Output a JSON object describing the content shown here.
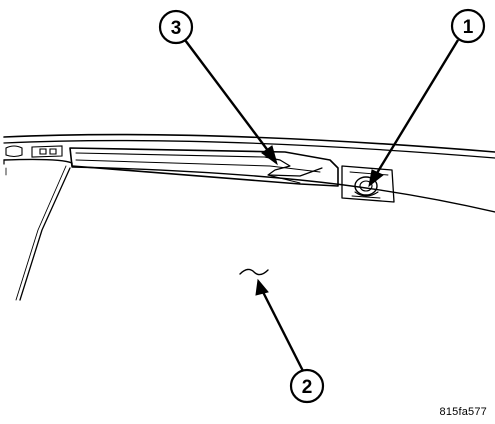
{
  "callouts": [
    {
      "id": "1",
      "label": "1"
    },
    {
      "id": "2",
      "label": "2"
    },
    {
      "id": "3",
      "label": "3"
    }
  ],
  "figure_id": "815fa577",
  "colors": {
    "ink": "#000000",
    "background": "#ffffff"
  }
}
